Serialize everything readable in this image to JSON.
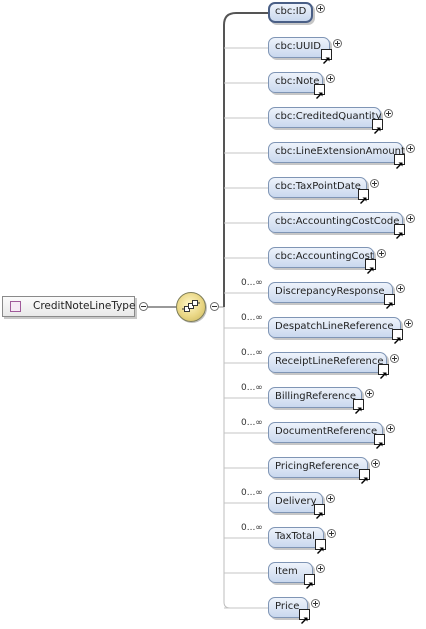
{
  "root": {
    "label": "CreditNoteLineType",
    "swatch_color": "#f6eaf5"
  },
  "compositor": {
    "icon": "sequence-icon"
  },
  "elements": [
    {
      "label": "cbc:ID",
      "occurrence": "",
      "selected": true,
      "reference": false
    },
    {
      "label": "cbc:UUID",
      "occurrence": "",
      "reference": true
    },
    {
      "label": "cbc:Note",
      "occurrence": "",
      "reference": true
    },
    {
      "label": "cbc:CreditedQuantity",
      "occurrence": "",
      "reference": true
    },
    {
      "label": "cbc:LineExtensionAmount",
      "occurrence": "",
      "reference": true
    },
    {
      "label": "cbc:TaxPointDate",
      "occurrence": "",
      "reference": true
    },
    {
      "label": "cbc:AccountingCostCode",
      "occurrence": "",
      "reference": true
    },
    {
      "label": "cbc:AccountingCost",
      "occurrence": "",
      "reference": true
    },
    {
      "label": "DiscrepancyResponse",
      "occurrence": "0...∞",
      "reference": true
    },
    {
      "label": "DespatchLineReference",
      "occurrence": "0...∞",
      "reference": true
    },
    {
      "label": "ReceiptLineReference",
      "occurrence": "0...∞",
      "reference": true
    },
    {
      "label": "BillingReference",
      "occurrence": "0...∞",
      "reference": true
    },
    {
      "label": "DocumentReference",
      "occurrence": "0...∞",
      "reference": true
    },
    {
      "label": "PricingReference",
      "occurrence": "",
      "reference": true
    },
    {
      "label": "Delivery",
      "occurrence": "0...∞",
      "reference": true
    },
    {
      "label": "TaxTotal",
      "occurrence": "0...∞",
      "reference": true
    },
    {
      "label": "Item",
      "occurrence": "",
      "reference": true
    },
    {
      "label": "Price",
      "occurrence": "",
      "reference": true
    }
  ],
  "colors": {
    "element_fill_top": "#eef3fb",
    "element_fill_bottom": "#c9d8ee",
    "element_border": "#7f95b5",
    "wire": "#8c8c8c",
    "selected_wire": "#555555"
  }
}
